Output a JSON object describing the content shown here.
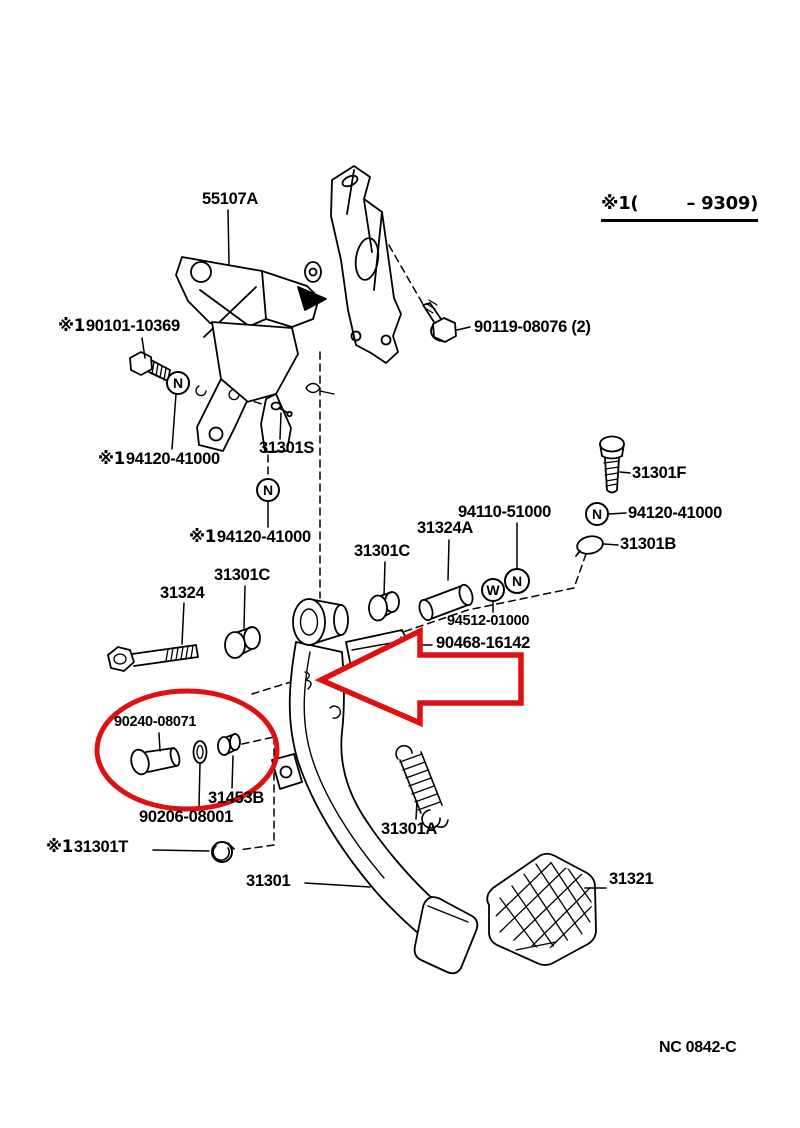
{
  "colors": {
    "ink": "#000000",
    "paper": "#ffffff",
    "highlight_red": "#de1010"
  },
  "note_top_right": {
    "prefix": "※1(",
    "range_end": "– 9309)"
  },
  "drawing_number": "NC 0842-C",
  "symbols": {
    "nut_abbrev": "N",
    "washer_abbrev": "W"
  },
  "parts": {
    "bracket": "55107A",
    "bolt_90101": {
      "note_mark": "※1",
      "number": "90101-10369"
    },
    "screw_90119": "90119-08076 (2)",
    "pin_31301s": "31301S",
    "nut_94120_upper": {
      "note_mark": "※1",
      "number": "94120-41000"
    },
    "nut_94120_mid": {
      "note_mark": "※1",
      "number": "94120-41000"
    },
    "bolt_31301f": "31301F",
    "collar_94110": "94110-51000",
    "nut_94120_right": "94120-41000",
    "cap_31301b": "31301B",
    "collar_31324a": "31324A",
    "bush_31301c_right": "31301C",
    "bush_31301c_left": "31301C",
    "bolt_31324": "31324",
    "washer_94512": "94512-01000",
    "rod_90468": "90468-16142",
    "pin_90240": "90240-08071",
    "bush_31453b": "31453B",
    "washer_90206": "90206-08001",
    "washer_31301t": {
      "note_mark": "※1",
      "number": "31301T"
    },
    "pedal_31301": "31301",
    "spring_31301a": "31301A",
    "pad_31321": "31321"
  }
}
